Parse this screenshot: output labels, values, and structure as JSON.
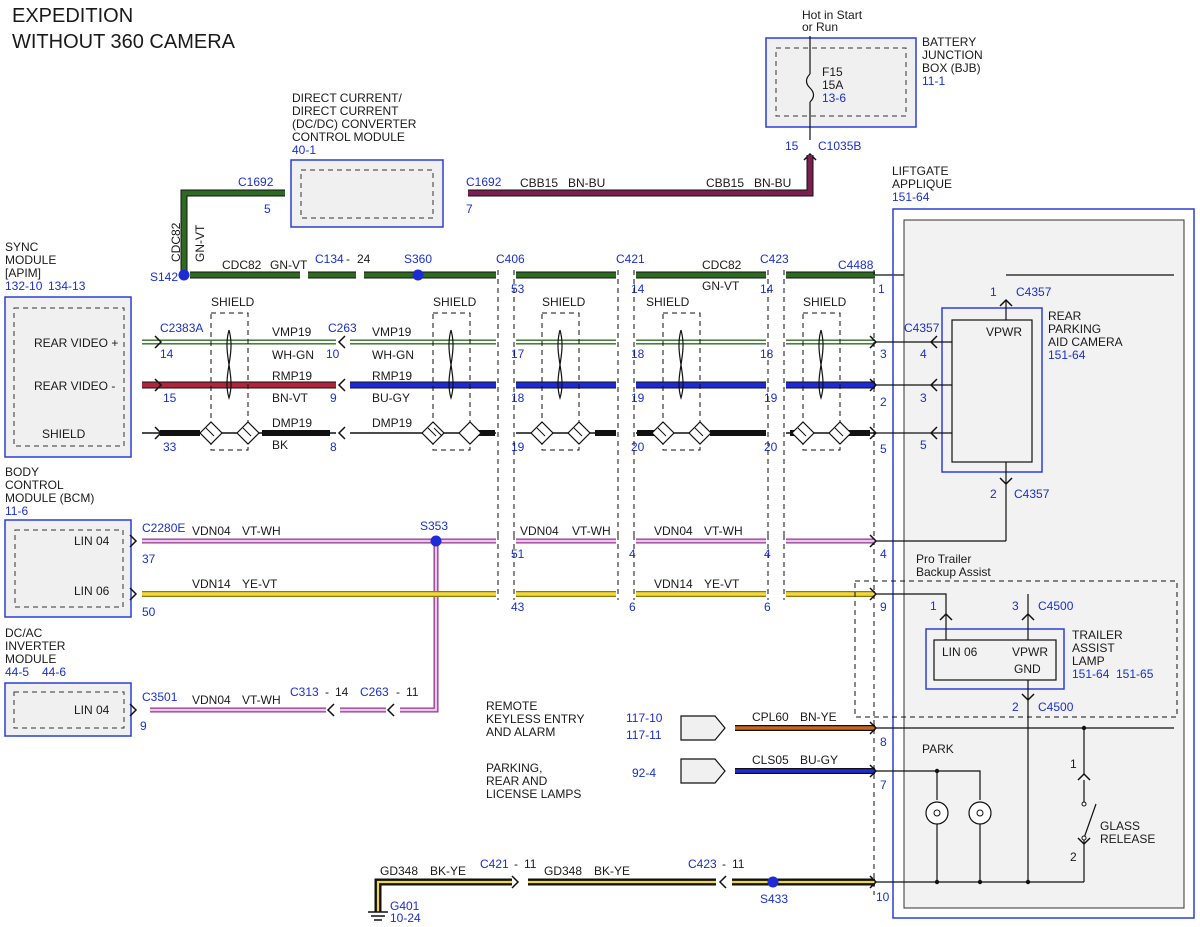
{
  "title": {
    "line1": "EXPEDITION",
    "line2": "WITHOUT 360 CAMERA"
  },
  "colors": {
    "green": "#2e6b22",
    "purple": "#7a2050",
    "pink": "#d58ad0",
    "yellow": "#f3d83a",
    "blue": "#1d2bd6",
    "red": "#b0253a",
    "orange": "#c8641e",
    "black": "#111111",
    "boxBlue": "#2d3fd6"
  },
  "bjb": {
    "hot": "Hot in Start",
    "hot2": "or Run",
    "name1": "BATTERY",
    "name2": "JUNCTION",
    "name3": "BOX (BJB)",
    "ref": "11-1",
    "fuse": "F15",
    "amps": "15A",
    "fref": "13-6",
    "pin": "15",
    "conn": "C1035B"
  },
  "dcdc": {
    "l1": "DIRECT CURRENT/",
    "l2": "DIRECT CURRENT",
    "l3": "(DC/DC) CONVERTER",
    "l4": "CONTROL MODULE",
    "ref": "40-1",
    "connL": "C1692",
    "pinL": "5",
    "connR": "C1692",
    "pinR": "7",
    "wire1": "CBB15",
    "color1": "BN-BU",
    "wire2": "CBB15",
    "color2": "BN-BU"
  },
  "sync": {
    "l1": "SYNC",
    "l2": "MODULE",
    "l3": "[APIM]",
    "ref1": "132-10",
    "ref2": "134-13",
    "p1": "REAR VIDEO +",
    "p2": "REAR VIDEO -",
    "p3": "SHIELD",
    "conn": "C2383A",
    "pin1": "14",
    "pin2": "15",
    "pin3": "33"
  },
  "cdc": {
    "v1": "CDC82",
    "v2": "GN-VT",
    "splice1": "S142",
    "w1": "CDC82",
    "c1": "GN-VT",
    "conn1": "C134",
    "dash1": "-",
    "pin1": "24",
    "splice2": "S360",
    "conn2": "C406",
    "pin2": "53",
    "conn3": "C421",
    "pin3": "14",
    "w2": "CDC82",
    "c2": "GN-VT",
    "conn4": "C423",
    "pin4": "14",
    "conn5": "C4488",
    "pin5": "1"
  },
  "video": {
    "shield": "SHIELD",
    "c263": "C263",
    "w1": "VMP19",
    "c1": "WH-GN",
    "w2": "RMP19",
    "c2": "BN-VT",
    "w3": "DMP19",
    "c3": "BK",
    "w4": "VMP19",
    "c4": "WH-GN",
    "w5": "RMP19",
    "c5": "BU-GY",
    "w6": "DMP19",
    "pa": "10",
    "pb": "9",
    "pc": "8",
    "p17": "17",
    "p18": "18",
    "p19": "19",
    "p18b": "18",
    "p19b": "19",
    "p20": "20",
    "p18c": "18",
    "p19c": "19",
    "p20c": "20",
    "p3": "3",
    "p2": "2",
    "p5": "5"
  },
  "camera": {
    "l1": "REAR",
    "l2": "PARKING",
    "l3": "AID CAMERA",
    "ref": "151-64",
    "vpwr": "VPWR",
    "conn1": "C4357",
    "pin1": "1",
    "conn2": "C4357",
    "pin2": "2",
    "connL": "C4357",
    "pin4": "4",
    "pin3": "3",
    "pin5": "5"
  },
  "liftgate": {
    "l1": "LIFTGATE",
    "l2": "APPLIQUE",
    "ref": "151-64"
  },
  "bcm": {
    "l1": "BODY",
    "l2": "CONTROL",
    "l3": "MODULE (BCM)",
    "ref": "11-6",
    "p1": "LIN 04",
    "p2": "LIN 06",
    "conn": "C2280E",
    "pin1": "37",
    "pin2": "50",
    "splice": "S353",
    "w1": "VDN04",
    "c1": "VT-WH",
    "w2": "VDN14",
    "c2": "YE-VT",
    "w3": "VDN04",
    "c3": "VT-WH",
    "w4": "VDN04",
    "c4": "VT-WH",
    "w5": "VDN14",
    "c5": "YE-VT",
    "p51": "51",
    "p43": "43",
    "p4": "4",
    "p6": "6",
    "p4b": "4",
    "p6b": "6",
    "p4c": "4",
    "p9": "9"
  },
  "trailer": {
    "t1": "Pro Trailer",
    "t2": "Backup Assist",
    "l1": "TRAILER",
    "l2": "ASSIST",
    "l3": "LAMP",
    "ref1": "151-64",
    "ref2": "151-65",
    "lin": "LIN 06",
    "vpwr": "VPWR",
    "gnd": "GND",
    "pin1": "1",
    "pin3": "3",
    "conn": "C4500",
    "pin2": "2",
    "conn2": "C4500"
  },
  "inverter": {
    "l1": "DC/AC",
    "l2": "INVERTER",
    "l3": "MODULE",
    "ref1": "44-5",
    "ref2": "44-6",
    "pin": "LIN 04",
    "conn": "C3501",
    "pinNum": "9",
    "w": "VDN04",
    "c": "VT-WH",
    "conn2": "C313",
    "p2": "14",
    "conn3": "C263",
    "p3": "11",
    "dash": "-"
  },
  "rke": {
    "l1": "REMOTE",
    "l2": "KEYLESS ENTRY",
    "l3": "AND ALARM",
    "ref1": "117-10",
    "ref2": "117-11",
    "w": "CPL60",
    "c": "BN-YE",
    "pin": "8"
  },
  "park": {
    "l1": "PARKING,",
    "l2": "REAR AND",
    "l3": "LICENSE LAMPS",
    "ref": "92-4",
    "w": "CLS05",
    "c": "BU-GY",
    "pin": "7",
    "label": "PARK"
  },
  "glass": {
    "l1": "GLASS",
    "l2": "RELEASE",
    "p1": "1",
    "p2": "2"
  },
  "ground": {
    "w1": "GD348",
    "c1": "BK-YE",
    "conn1": "C421",
    "p1": "11",
    "w2": "GD348",
    "c2": "BK-YE",
    "conn2": "C423",
    "p2": "11",
    "splice": "S433",
    "g": "G401",
    "gref": "10-24",
    "pin": "10",
    "dash": "-"
  }
}
